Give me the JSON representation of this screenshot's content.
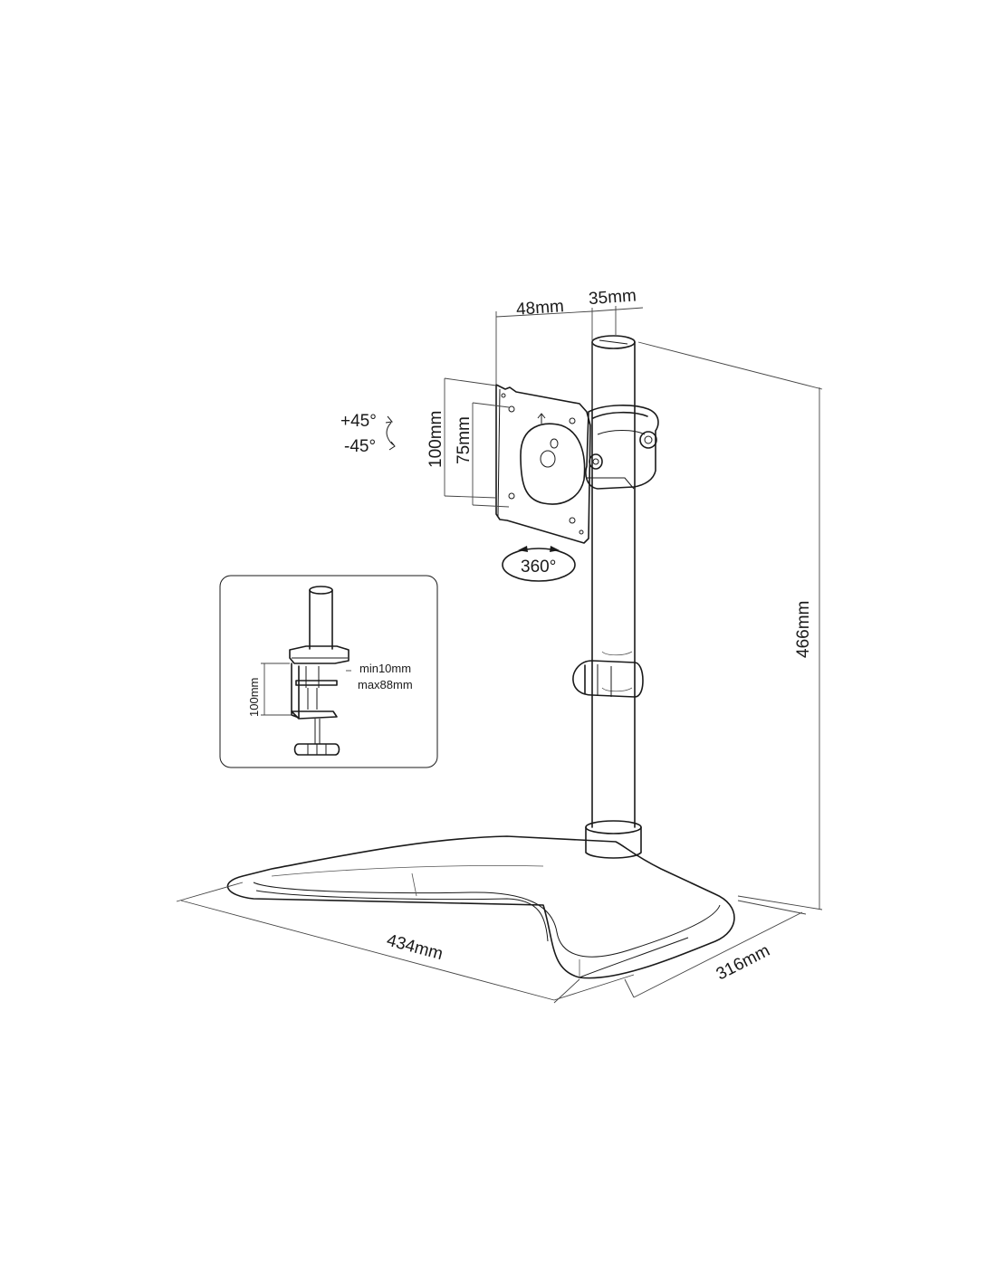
{
  "labels": {
    "width_48": "48mm",
    "depth_35": "35mm",
    "tilt_plus": "+45°",
    "tilt_minus": "-45°",
    "vesa_100": "100mm",
    "vesa_75": "75mm",
    "rotation": "360°",
    "height_466": "466mm",
    "base_width": "434mm",
    "base_depth": "316mm"
  },
  "inset": {
    "clamp_height": "100mm",
    "thickness_min": "min10mm",
    "thickness_max": "max88mm"
  },
  "colors": {
    "line": "#1a1a1a",
    "background": "#ffffff"
  }
}
